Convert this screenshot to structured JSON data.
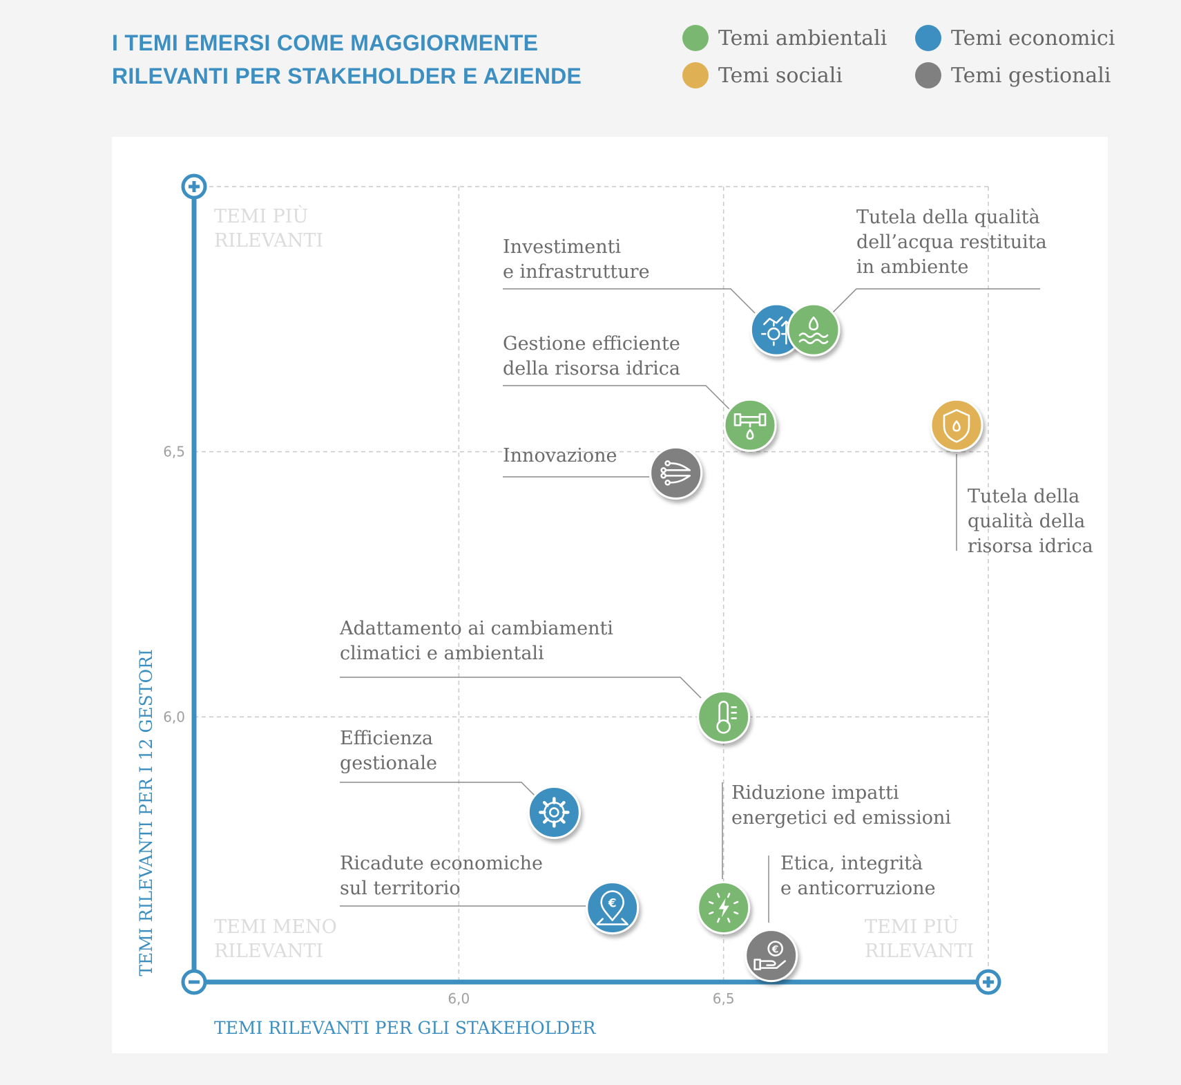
{
  "title_lines": [
    "I TEMI EMERSI COME MAGGIORMENTE",
    "RILEVANTI PER STAKEHOLDER E AZIENDE"
  ],
  "legend": [
    {
      "label": "Temi ambientali",
      "color": "#7ab871"
    },
    {
      "label": "Temi economici",
      "color": "#3c8fc0"
    },
    {
      "label": "Temi sociali",
      "color": "#e0b154"
    },
    {
      "label": "Temi gestionali",
      "color": "#808080"
    }
  ],
  "chart_data": {
    "type": "scatter",
    "xlabel": "TEMI RILEVANTI PER GLI STAKEHOLDER",
    "ylabel": "TEMI RILEVANTI PER I 12 GESTORI",
    "xlim": [
      5.5,
      7.0
    ],
    "ylim": [
      5.5,
      7.0
    ],
    "x_ticks": [
      "6,0",
      "6,5"
    ],
    "y_ticks": [
      "6,5",
      "6,0"
    ],
    "quadrant_labels": {
      "top_left": [
        "TEMI PIÙ",
        "RILEVANTI"
      ],
      "bottom_left": [
        "TEMI MENO",
        "RILEVANTI"
      ],
      "bottom_right": [
        "TEMI PIÙ",
        "RILEVANTI"
      ]
    },
    "points": [
      {
        "label": [
          "Investimenti",
          "e infrastrutture"
        ],
        "category": "Temi economici",
        "icon": "infrastructure-icon",
        "x": 6.6,
        "y": 6.73
      },
      {
        "label": [
          "Tutela della qualità",
          "dell’acqua restituita",
          "in ambiente"
        ],
        "category": "Temi ambientali",
        "icon": "water-waves-icon",
        "x": 6.67,
        "y": 6.73
      },
      {
        "label": [
          "Gestione efficiente",
          "della risorsa idrica"
        ],
        "category": "Temi ambientali",
        "icon": "pipe-drop-icon",
        "x": 6.55,
        "y": 6.55
      },
      {
        "label": [
          "Tutela della",
          "qualità della",
          "risorsa idrica"
        ],
        "category": "Temi sociali",
        "icon": "shield-drop-icon",
        "x": 6.94,
        "y": 6.55
      },
      {
        "label": [
          "Innovazione"
        ],
        "category": "Temi gestionali",
        "icon": "circuit-icon",
        "x": 6.41,
        "y": 6.46
      },
      {
        "label": [
          "Adattamento ai cambiamenti",
          "climatici e ambientali"
        ],
        "category": "Temi ambientali",
        "icon": "thermometer-icon",
        "x": 6.5,
        "y": 6.0
      },
      {
        "label": [
          "Efficienza",
          "gestionale"
        ],
        "category": "Temi economici",
        "icon": "gear-icon",
        "x": 6.18,
        "y": 5.82
      },
      {
        "label": [
          "Riduzione impatti",
          "energetici ed emissioni"
        ],
        "category": "Temi ambientali",
        "icon": "energy-icon",
        "x": 6.5,
        "y": 5.64
      },
      {
        "label": [
          "Ricadute economiche",
          "sul territorio"
        ],
        "category": "Temi economici",
        "icon": "euro-pin-icon",
        "x": 6.29,
        "y": 5.64
      },
      {
        "label": [
          "Etica, integrità",
          "e anticorruzione"
        ],
        "category": "Temi gestionali",
        "icon": "hand-euro-icon",
        "x": 6.59,
        "y": 5.55
      }
    ]
  }
}
